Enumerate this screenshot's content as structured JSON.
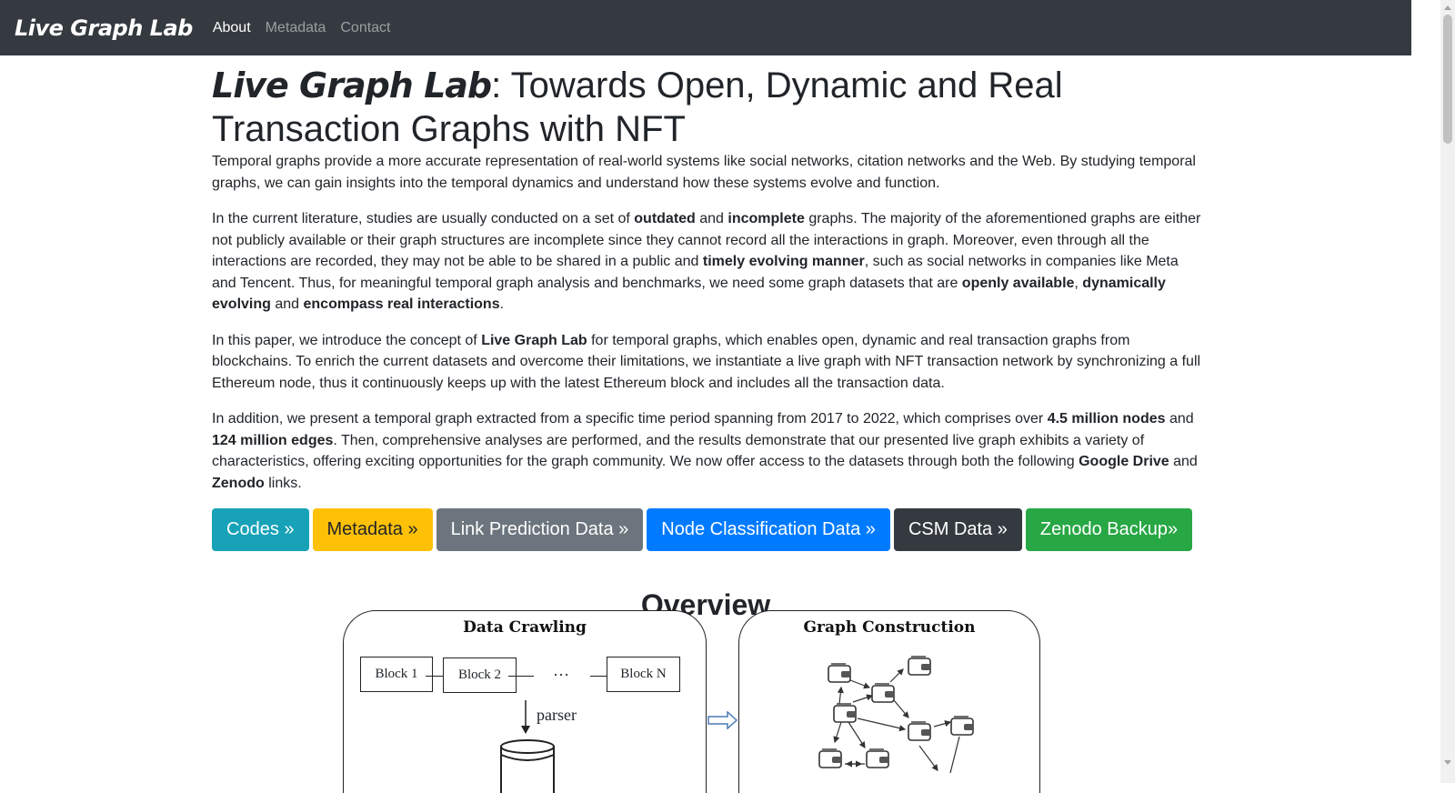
{
  "navbar": {
    "brand": "Live Graph Lab",
    "links": [
      {
        "label": "About",
        "active": true
      },
      {
        "label": "Metadata",
        "active": false
      },
      {
        "label": "Contact",
        "active": false
      }
    ]
  },
  "header": {
    "title_brand": "Live Graph Lab",
    "title_rest": ": Towards Open, Dynamic and Real Transaction Graphs with NFT"
  },
  "paragraphs": {
    "p1": "Temporal graphs provide a more accurate representation of real-world systems like social networks, citation networks and the Web. By studying temporal graphs, we can gain insights into the temporal dynamics and understand how these systems evolve and function.",
    "p2": [
      {
        "t": "In the current literature, studies are usually conducted on a set of ",
        "b": false
      },
      {
        "t": "outdated",
        "b": true
      },
      {
        "t": " and ",
        "b": false
      },
      {
        "t": "incomplete",
        "b": true
      },
      {
        "t": " graphs. The majority of the aforementioned graphs are either not publicly available or their graph structures are incomplete since they cannot record all the interactions in graph. Moreover, even through all the interactions are recorded, they may not be able to be shared in a public and ",
        "b": false
      },
      {
        "t": "timely evolving manner",
        "b": true
      },
      {
        "t": ", such as social networks in companies like Meta and Tencent. Thus, for meaningful temporal graph analysis and benchmarks, we need some graph datasets that are ",
        "b": false
      },
      {
        "t": "openly available",
        "b": true
      },
      {
        "t": ", ",
        "b": false
      },
      {
        "t": "dynamically evolving",
        "b": true
      },
      {
        "t": " and ",
        "b": false
      },
      {
        "t": "encompass real interactions",
        "b": true
      },
      {
        "t": ".",
        "b": false
      }
    ],
    "p3": [
      {
        "t": "In this paper, we introduce the concept of ",
        "b": false
      },
      {
        "t": "Live Graph Lab",
        "b": true
      },
      {
        "t": " for temporal graphs, which enables open, dynamic and real transaction graphs from blockchains. To enrich the current datasets and overcome their limitations, we instantiate a live graph with NFT transaction network by synchronizing a full Ethereum node, thus it continuously keeps up with the latest Ethereum block and includes all the transaction data.",
        "b": false
      }
    ],
    "p4": [
      {
        "t": "In addition, we present a temporal graph extracted from a specific time period spanning from 2017 to 2022, which comprises over ",
        "b": false
      },
      {
        "t": "4.5 million nodes",
        "b": true
      },
      {
        "t": " and ",
        "b": false
      },
      {
        "t": "124 million edges",
        "b": true
      },
      {
        "t": ". Then, comprehensive analyses are performed, and the results demonstrate that our presented live graph exhibits a variety of characteristics, offering exciting opportunities for the graph community. We now offer access to the datasets through both the following ",
        "b": false
      },
      {
        "t": "Google Drive",
        "b": true
      },
      {
        "t": " and ",
        "b": false
      },
      {
        "t": "Zenodo",
        "b": true
      },
      {
        "t": " links.",
        "b": false
      }
    ]
  },
  "buttons": {
    "codes": "Codes »",
    "metadata": "Metadata »",
    "link_prediction": "Link Prediction Data »",
    "node_classification": "Node Classification Data »",
    "csm": "CSM Data »",
    "zenodo": "Zenodo Backup»"
  },
  "overview": {
    "title": "Overview",
    "crawl_title": "Data Crawling",
    "blocks": [
      "Block 1",
      "Block 2",
      "Block N"
    ],
    "ellipsis": "···",
    "parser": "parser",
    "graph_title": "Graph Construction"
  },
  "colors": {
    "navbar_bg": "#343a40",
    "info": "#17a2b8",
    "warning": "#ffc107",
    "secondary": "#6c757d",
    "primary": "#007bff",
    "dark": "#343a40",
    "success": "#28a745",
    "figure_arrow": "#4a7ab5"
  }
}
